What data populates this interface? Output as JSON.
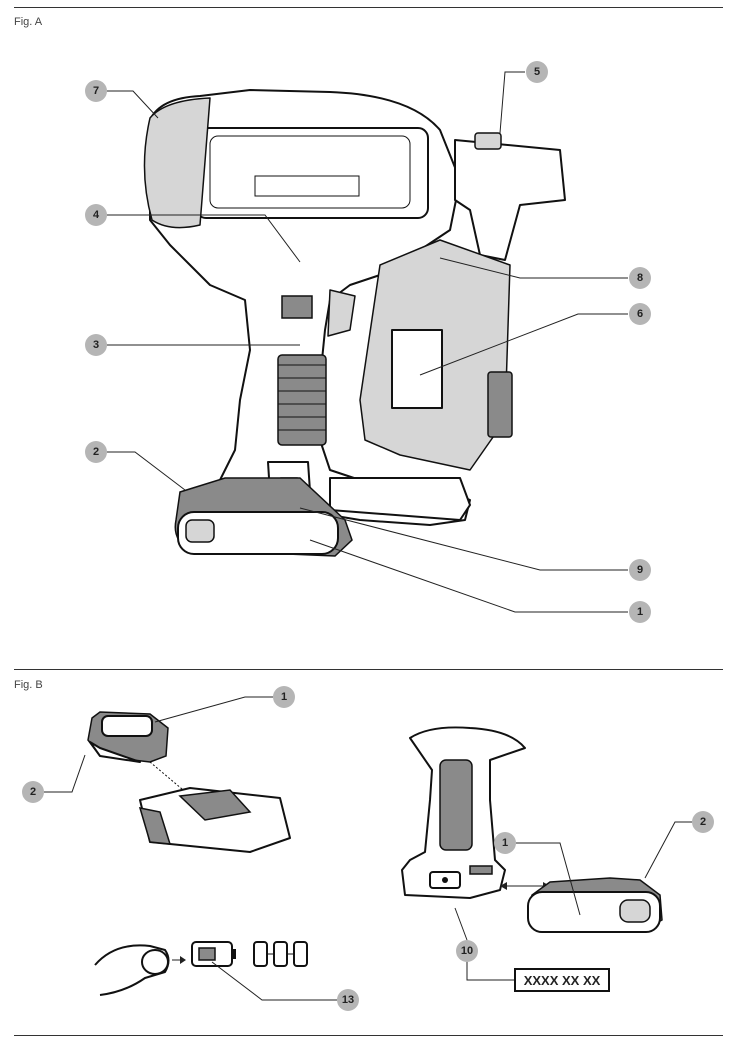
{
  "figures": [
    {
      "label": "Fig. A"
    },
    {
      "label": "Fig. B"
    }
  ],
  "callouts_fig_a": [
    "7",
    "5",
    "4",
    "8",
    "6",
    "3",
    "2",
    "9",
    "1"
  ],
  "callouts_fig_b": [
    "1",
    "2",
    "2",
    "1",
    "10",
    "13"
  ],
  "date_code_box": "XXXX XX XX",
  "colors": {
    "callout_fill": "#b5b5b5",
    "line": "#222222"
  },
  "icons": [
    "nailer-tool",
    "battery-pack",
    "charger",
    "finger",
    "battery-fuel-gauge",
    "tool-handle"
  ]
}
